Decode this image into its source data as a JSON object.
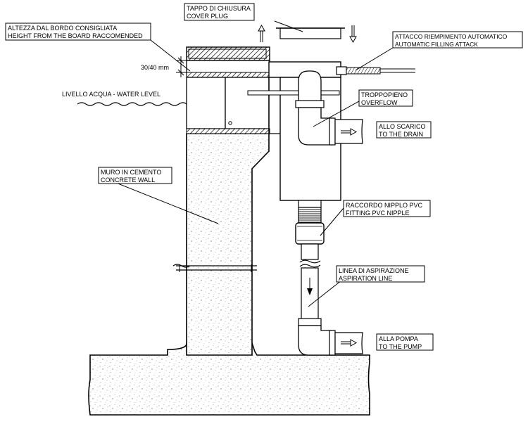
{
  "labels": {
    "cover_plug": [
      "TAPPO DI CHIUSURA",
      "COVER PLUG"
    ],
    "height_board": [
      "ALTEZZA DAL BORDO CONSIGLIATA",
      "HEIGHT FROM THE BOARD RACCOMENDED"
    ],
    "dimension": "30/40 mm",
    "water_level": "LIVELLO ACQUA - WATER LEVEL",
    "auto_fill": [
      "ATTACCO RIEMPIMENTO AUTOMATICO",
      "AUTOMATIC FILLING ATTACK"
    ],
    "overflow": [
      "TROPPOPIENO",
      "OVERFLOW"
    ],
    "drain": [
      "ALLO SCARICO",
      "TO THE DRAIN"
    ],
    "concrete_wall": [
      "MURO IN CEMENTO",
      "CONCRETE WALL"
    ],
    "nipple": [
      "RACCORDO NIPPLO PVC",
      "FITTING PVC NIPPLE"
    ],
    "aspiration": [
      "LINEA DI ASPIRAZIONE",
      "ASPIRATION LINE"
    ],
    "pump": [
      "ALLA POMPA",
      "TO THE PUMP"
    ]
  },
  "colors": {
    "line": "#000000",
    "concrete_dot": "#9a9a9a",
    "background": "#ffffff"
  }
}
